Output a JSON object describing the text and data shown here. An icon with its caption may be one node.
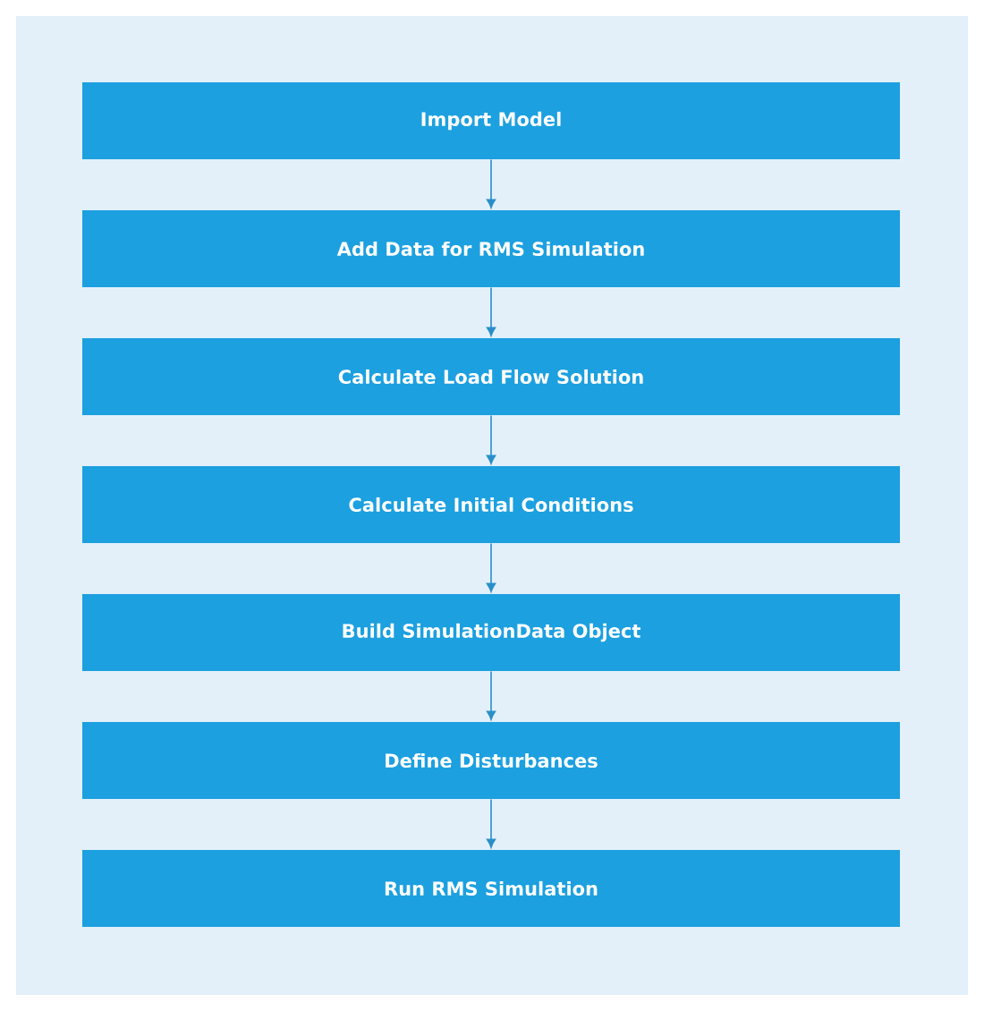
{
  "diagram": {
    "nodes": [
      {
        "text": [
          "Import Model"
        ]
      },
      {
        "text": [
          "Add Data for RMS Simulation"
        ]
      },
      {
        "text": [
          "Calculate Load Flow Solution"
        ]
      },
      {
        "text": [
          "Calculate Initial Conditions"
        ]
      },
      {
        "text": [
          "Build SimulationData Object"
        ]
      },
      {
        "text": [
          "Define Disturbances"
        ]
      },
      {
        "text": [
          "Run RMS Simulation"
        ]
      }
    ],
    "edges": [
      {
        "from": 0,
        "to": 1,
        "arrow": "to"
      },
      {
        "from": 1,
        "to": 2,
        "arrow": "to"
      },
      {
        "from": 2,
        "to": 3,
        "arrow": "to"
      },
      {
        "from": 3,
        "to": 4,
        "arrow": "to"
      },
      {
        "from": 4,
        "to": 5,
        "arrow": "to"
      },
      {
        "from": 5,
        "to": 6,
        "arrow": "to"
      }
    ]
  }
}
